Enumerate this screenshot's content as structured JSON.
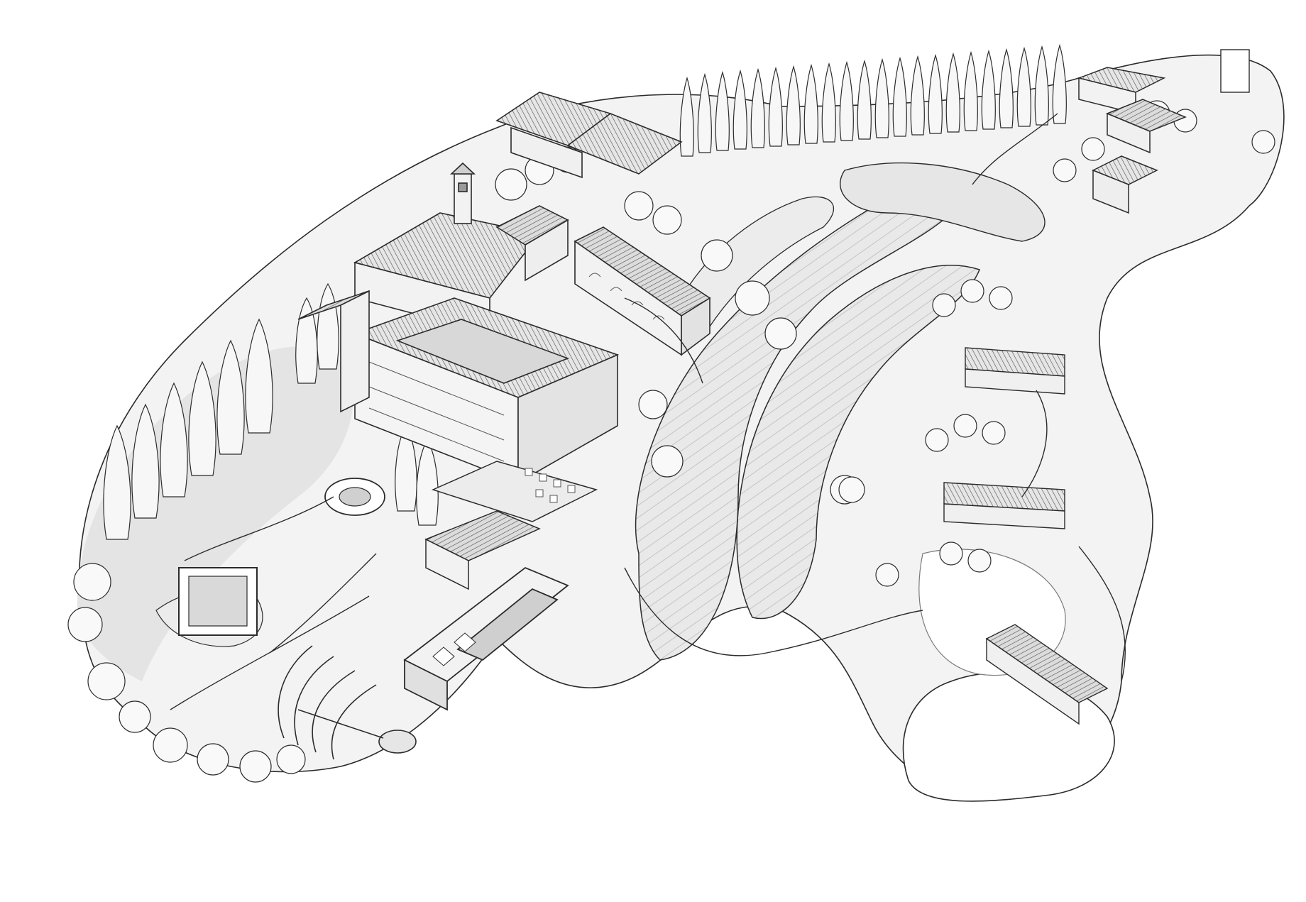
{
  "illustration": {
    "style": "hand-drawn ink and grey wash aerial estate map",
    "colors": {
      "paper": "#ffffff",
      "ink": "#2b2b2b",
      "wash_light": "#ececec",
      "wash_mid": "#d9d9d9",
      "wash_dark": "#bdbdbd",
      "roof": "#9a9a9a",
      "tree_fill": "#f4f4f4",
      "water": "#cfcfcf"
    },
    "features": [
      {
        "name": "main-villa-complex",
        "type": "building-group"
      },
      {
        "name": "bell-tower",
        "type": "building"
      },
      {
        "name": "courtyard-building",
        "type": "building-group"
      },
      {
        "name": "orangery-wing",
        "type": "building-group"
      },
      {
        "name": "north-barns",
        "type": "building-group"
      },
      {
        "name": "hilltop-farmhouses",
        "type": "building-group"
      },
      {
        "name": "cottage-row-upper",
        "type": "building-group"
      },
      {
        "name": "cottage-row-middle",
        "type": "building-group"
      },
      {
        "name": "cottage-row-lower",
        "type": "building-group"
      },
      {
        "name": "swimming-pool",
        "type": "water"
      },
      {
        "name": "square-pond",
        "type": "water"
      },
      {
        "name": "round-fountain",
        "type": "water"
      },
      {
        "name": "amphitheatre",
        "type": "landscape"
      },
      {
        "name": "cypress-avenue",
        "type": "trees"
      },
      {
        "name": "cypress-grove",
        "type": "trees"
      },
      {
        "name": "terraced-vineyard",
        "type": "landscape"
      },
      {
        "name": "lower-lake",
        "type": "water"
      },
      {
        "name": "orchard",
        "type": "trees"
      },
      {
        "name": "formal-garden",
        "type": "landscape"
      }
    ]
  }
}
